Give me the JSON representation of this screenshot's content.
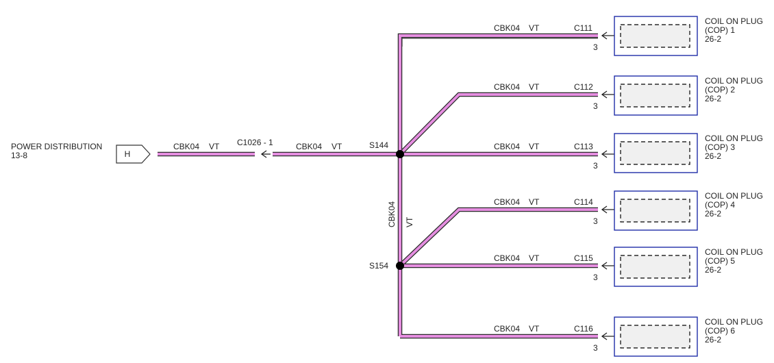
{
  "source": {
    "title": "POWER DISTRIBUTION",
    "ref": "13-8",
    "connector_letter": "H"
  },
  "trunk": {
    "wire_left": {
      "code": "CBK04",
      "color": "VT"
    },
    "inline_connector": "C1026 - 1",
    "wire_right": {
      "code": "CBK04",
      "color": "VT"
    }
  },
  "splices": {
    "upper": "S144",
    "lower": "S154"
  },
  "vertical_wire": {
    "code": "CBK04",
    "color": "VT"
  },
  "wire_color_hex": "#e58ee0",
  "connector_border_hex": "#1f2ea8",
  "branches": [
    {
      "code": "CBK04",
      "color": "VT",
      "connector": "C111",
      "pin": "3",
      "device_line1": "COIL ON PLUG",
      "device_line2": "(COP) 1",
      "device_ref": "26-2"
    },
    {
      "code": "CBK04",
      "color": "VT",
      "connector": "C112",
      "pin": "3",
      "device_line1": "COIL ON PLUG",
      "device_line2": "(COP) 2",
      "device_ref": "26-2"
    },
    {
      "code": "CBK04",
      "color": "VT",
      "connector": "C113",
      "pin": "3",
      "device_line1": "COIL ON PLUG",
      "device_line2": "(COP) 3",
      "device_ref": "26-2"
    },
    {
      "code": "CBK04",
      "color": "VT",
      "connector": "C114",
      "pin": "3",
      "device_line1": "COIL ON PLUG",
      "device_line2": "(COP) 4",
      "device_ref": "26-2"
    },
    {
      "code": "CBK04",
      "color": "VT",
      "connector": "C115",
      "pin": "3",
      "device_line1": "COIL ON PLUG",
      "device_line2": "(COP) 5",
      "device_ref": "26-2"
    },
    {
      "code": "CBK04",
      "color": "VT",
      "connector": "C116",
      "pin": "3",
      "device_line1": "COIL ON PLUG",
      "device_line2": "(COP) 6",
      "device_ref": "26-2"
    }
  ]
}
